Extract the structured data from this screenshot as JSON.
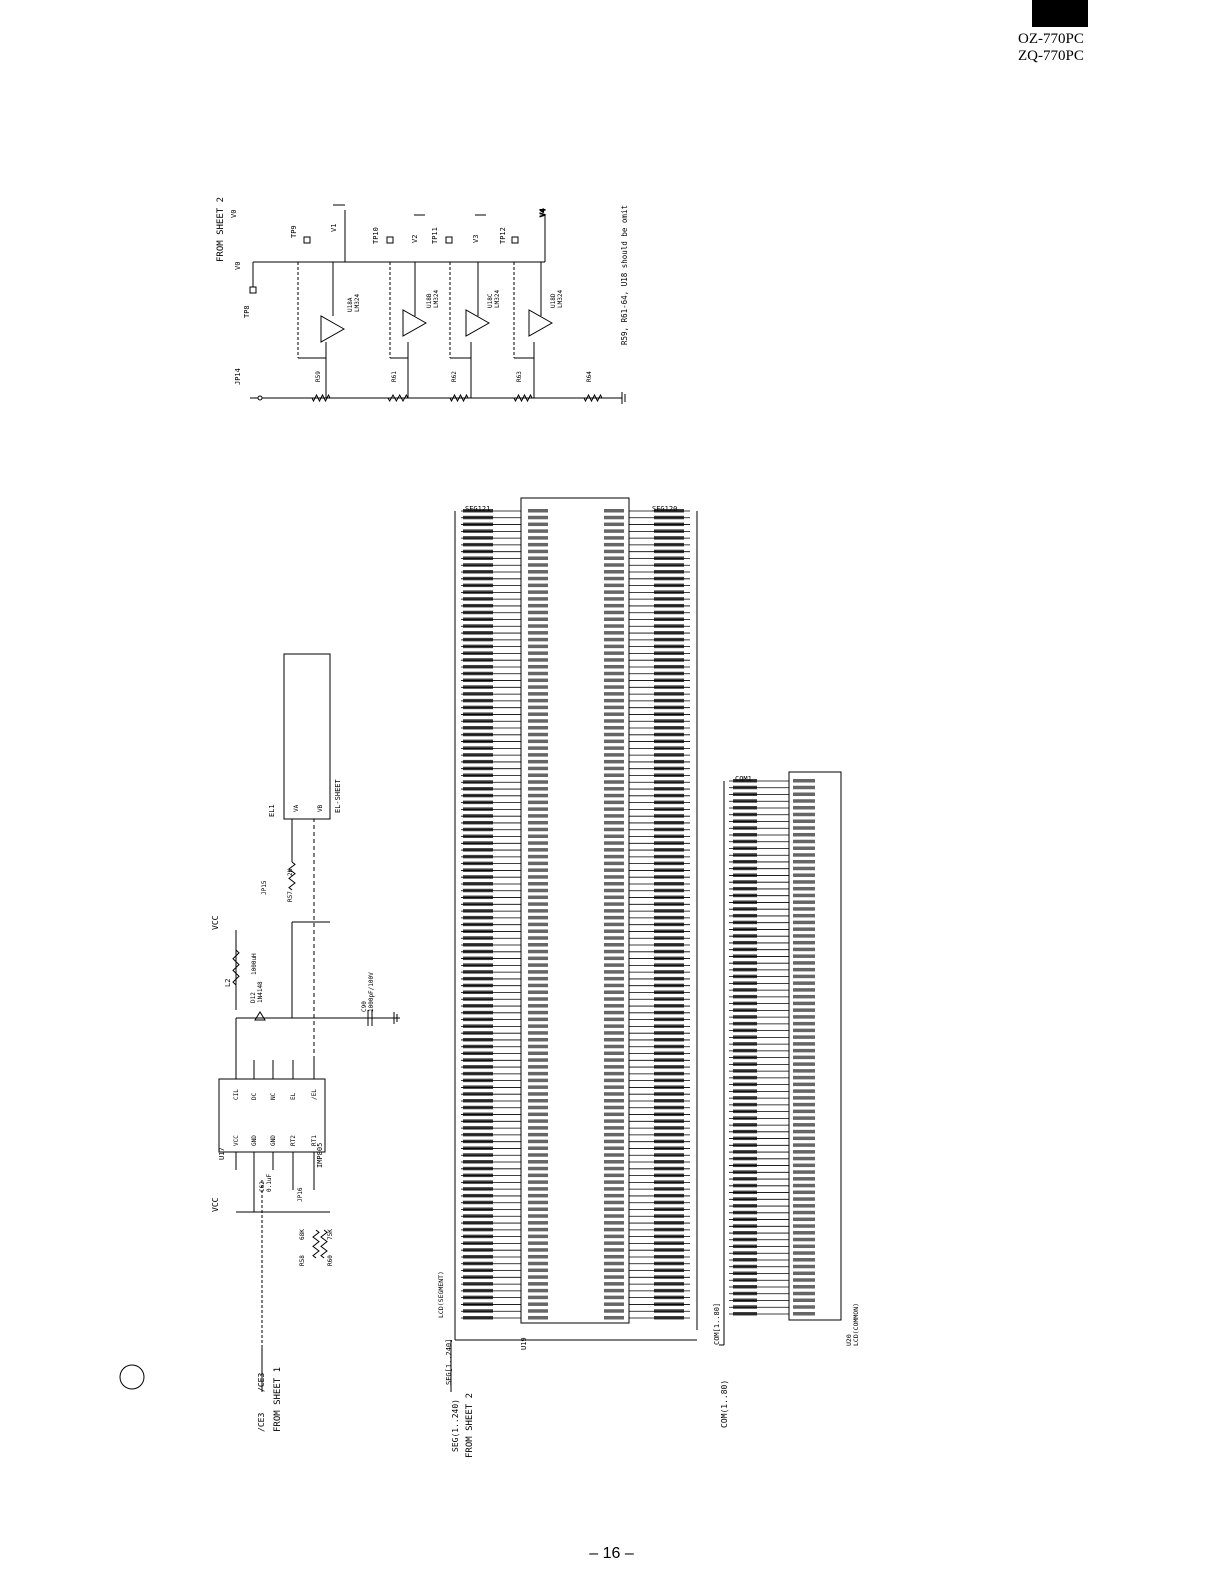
{
  "header": {
    "models": [
      "OZ-770PC",
      "ZQ-770PC"
    ]
  },
  "footer": {
    "page_number": "– 16 –"
  },
  "sheet_refs": {
    "from_sheet_2_top": "FROM SHEET 2",
    "from_sheet_1": "FROM SHEET 1",
    "from_sheet_2_bottom": "FROM SHEET 2"
  },
  "voltage_section": {
    "note": "R59, R61-64, U18 should be omit",
    "v0_label": "V0",
    "v0_node": "V0",
    "opamps": [
      {
        "ref": "U18A",
        "part": "LM324",
        "tp": "TP9",
        "out": "V1"
      },
      {
        "ref": "U18B",
        "part": "LM324",
        "tp": "TP10",
        "out": "V2"
      },
      {
        "ref": "U18C",
        "part": "LM324",
        "tp": "TP11",
        "out": "V3"
      },
      {
        "ref": "U18D",
        "part": "LM324",
        "tp": "TP12",
        "out": "V4"
      }
    ],
    "tp8": "TP8",
    "jumper": "JP14",
    "resistors": [
      "R59",
      "R61",
      "R62",
      "R63",
      "R64"
    ]
  },
  "el_section": {
    "ic_ref": "U17",
    "ic_part": "IMP805",
    "pins_top": [
      "CIL",
      "DC",
      "NC",
      "EL",
      "/EL"
    ],
    "pins_bottom": [
      "VCC",
      "GND",
      "GND",
      "RT2",
      "RT1"
    ],
    "el_ref": "EL1",
    "el_sheet": "EL-SHEET",
    "el_pins": [
      "VA",
      "VB"
    ],
    "vcc_left": "VCC",
    "vcc_right": "VCC",
    "inductor": "L2",
    "inductor_value": "1000uH",
    "diode": "D12",
    "diode_part": "1N4148",
    "capacitor": "C62",
    "capacitor_value": "0.1uF",
    "cap_hv": "C90",
    "cap_hv_value": "1000pF/100V",
    "jp15": "JP15",
    "jp16": "JP16",
    "r57": "R57",
    "r57_value": "2K",
    "r58": "R58",
    "r58_value": "68K",
    "r60": "R60",
    "r60_value": "75K",
    "ce3_signal": "/CE3",
    "ce3_arrow": "/CE3"
  },
  "segment_section": {
    "connector": "U19",
    "bus_label": "SEG(1..240)",
    "bus_label_inner": "SEG[1..240]",
    "lcd_label": "LCD(SEGMENT)",
    "top_left_label": "SEG121",
    "top_right_label": "SEG120"
  },
  "common_section": {
    "connector": "U20",
    "lcd_label": "LCD(COMMON)",
    "bus_label": "COM(1..80)",
    "bus_label_inner": "COM[1..80]",
    "top_label": "COM1"
  }
}
